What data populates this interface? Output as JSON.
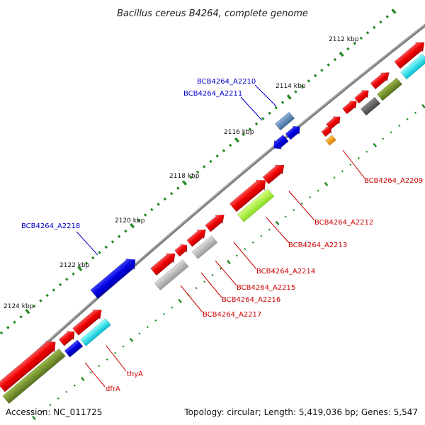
{
  "title": "Bacillus cereus B4264, complete genome",
  "footer": {
    "accession": "Accession: NC_011725",
    "summary": "Topology: circular; Length: 5,419,036 bp; Genes: 5,547"
  },
  "ticks": [
    {
      "label": "2112 kbp"
    },
    {
      "label": "2114 kbp"
    },
    {
      "label": "2116 kbp"
    },
    {
      "label": "2118 kbp"
    },
    {
      "label": "2120 kbp"
    },
    {
      "label": "2122 kbp"
    },
    {
      "label": "2124 kbp"
    }
  ],
  "genes": {
    "a2209": "BCB4264_A2209",
    "a2210": "BCB4264_A2210",
    "a2211": "BCB4264_A2211",
    "a2212": "BCB4264_A2212",
    "a2213": "BCB4264_A2213",
    "a2214": "BCB4264_A2214",
    "a2215": "BCB4264_A2215",
    "a2216": "BCB4264_A2216",
    "a2217": "BCB4264_A2217",
    "a2218": "BCB4264_A2218",
    "thyA": "thyA",
    "dfrA": "dfrA"
  },
  "colors": {
    "forward_cds": "#ff0000",
    "reverse_cds": "#0000ee",
    "steel_blue": "#4a7fb5",
    "orange": "#ff9900",
    "grey": "#999999",
    "dark_grey": "#555555",
    "olive": "#6b8e23",
    "lime": "#99ee33",
    "cyan": "#00dddd",
    "backbone": "#777777",
    "tick": "#228b22",
    "label_forward": "#cc0000",
    "label_reverse": "#0000cc"
  }
}
